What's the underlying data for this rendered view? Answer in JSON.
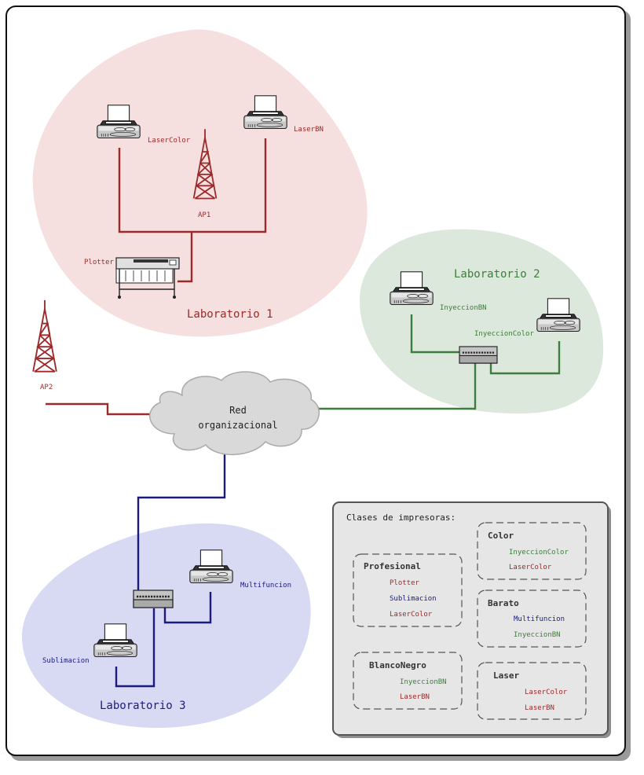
{
  "labs": {
    "lab1": {
      "title": "Laboratorio 1",
      "ap": "AP1",
      "printers": [
        "LaserColor",
        "LaserBN",
        "Plotter"
      ]
    },
    "lab2": {
      "title": "Laboratorio 2",
      "printers": [
        "InyeccionBN",
        "InyeccionColor"
      ]
    },
    "lab3": {
      "title": "Laboratorio 3",
      "printers": [
        "Multifuncion",
        "Sublimacion"
      ]
    }
  },
  "outside": {
    "ap": "AP2",
    "cloud": [
      "Red",
      "organizacional"
    ]
  },
  "classes": {
    "title": "Clases de impresoras:",
    "groups": [
      {
        "name": "Profesional",
        "members": [
          "Plotter",
          "Sublimacion",
          "LaserColor"
        ]
      },
      {
        "name": "BlancoNegro",
        "members": [
          "InyeccionBN",
          "LaserBN"
        ]
      },
      {
        "name": "Color",
        "members": [
          "InyeccionColor",
          "LaserColor"
        ]
      },
      {
        "name": "Barato",
        "members": [
          "Multifuncion",
          "InyeccionBN"
        ]
      },
      {
        "name": "Laser",
        "members": [
          "LaserColor",
          "LaserBN"
        ]
      }
    ]
  },
  "colors": {
    "lab1": "#9b2a2a",
    "lab1_fill": "#f6dfdf",
    "lab2": "#3d7d3d",
    "lab2_fill": "#dce8dc",
    "lab3": "#1b1b7e",
    "lab3_fill": "#d8d9f3"
  }
}
